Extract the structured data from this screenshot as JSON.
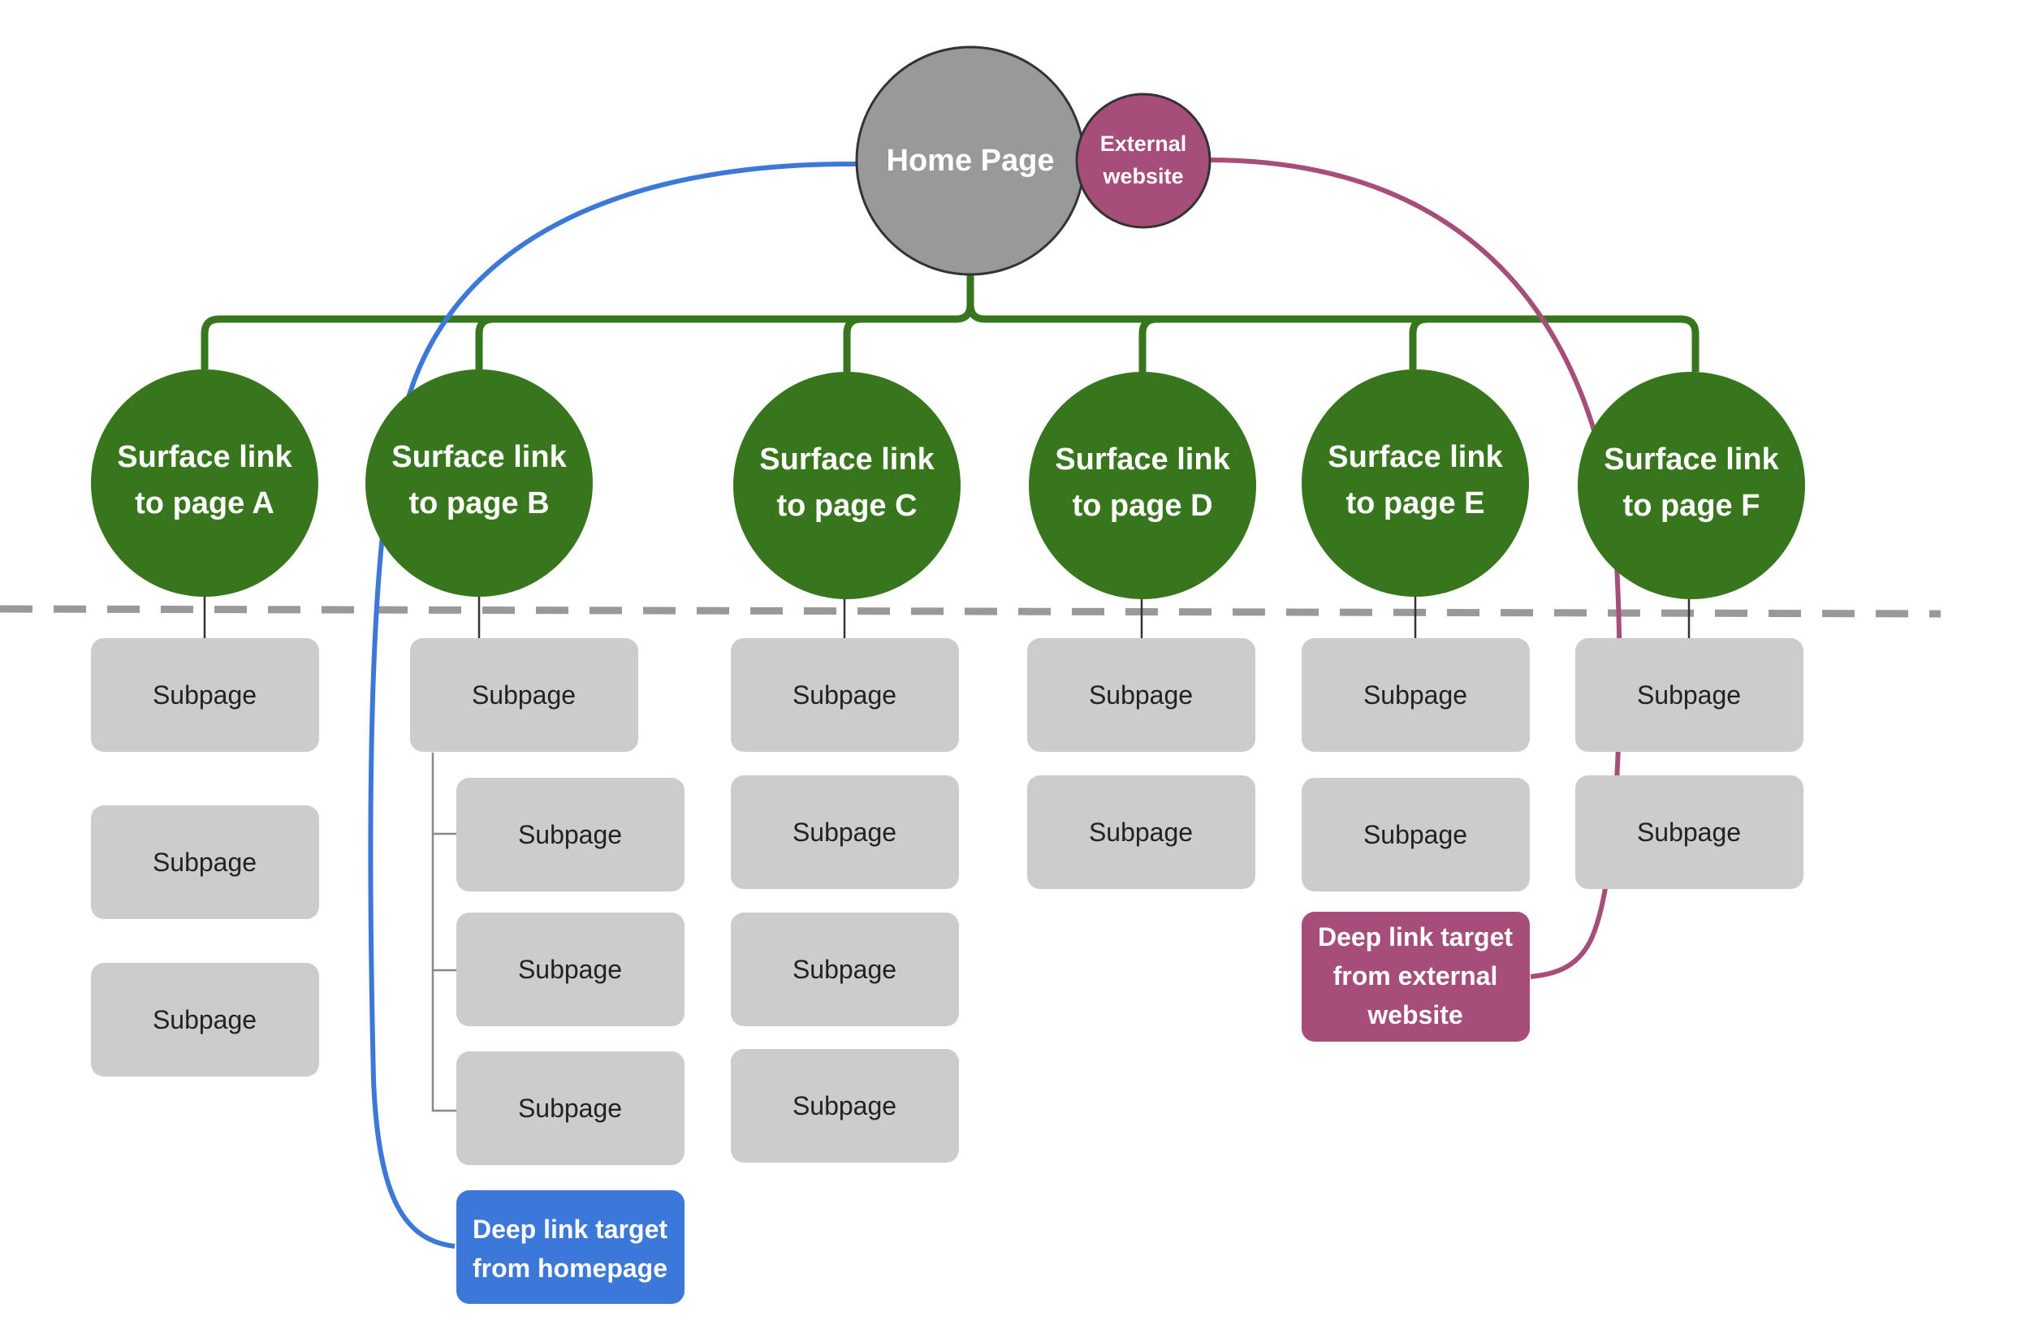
{
  "home": {
    "label": "Home Page"
  },
  "external": {
    "lines": [
      "External",
      "website"
    ]
  },
  "surface_pages": [
    {
      "lines": [
        "Surface link",
        "to page A"
      ],
      "subpages": [
        "Subpage",
        "Subpage",
        "Subpage"
      ]
    },
    {
      "lines": [
        "Surface link",
        "to page B"
      ],
      "subpages": [
        "Subpage"
      ],
      "nested_subpages": [
        "Subpage",
        "Subpage",
        "Subpage"
      ]
    },
    {
      "lines": [
        "Surface link",
        "to page C"
      ],
      "subpages": [
        "Subpage",
        "Subpage",
        "Subpage",
        "Subpage"
      ]
    },
    {
      "lines": [
        "Surface link",
        "to page D"
      ],
      "subpages": [
        "Subpage",
        "Subpage"
      ]
    },
    {
      "lines": [
        "Surface link",
        "to page E"
      ],
      "subpages": [
        "Subpage",
        "Subpage"
      ]
    },
    {
      "lines": [
        "Surface link",
        "to page F"
      ],
      "subpages": [
        "Subpage",
        "Subpage"
      ]
    }
  ],
  "deep_link_homepage": {
    "lines": [
      "Deep link target",
      "from homepage"
    ]
  },
  "deep_link_external": {
    "lines": [
      "Deep link target",
      "from external",
      "website"
    ]
  },
  "colors": {
    "surface_green": "#38761d",
    "tree_line_green": "#38761d",
    "home_grey": "#999999",
    "subpage_grey": "#cccccc",
    "fold_line_grey": "#999999",
    "homepage_deep_blue": "#3c78d8",
    "external_magenta": "#a64d79"
  }
}
